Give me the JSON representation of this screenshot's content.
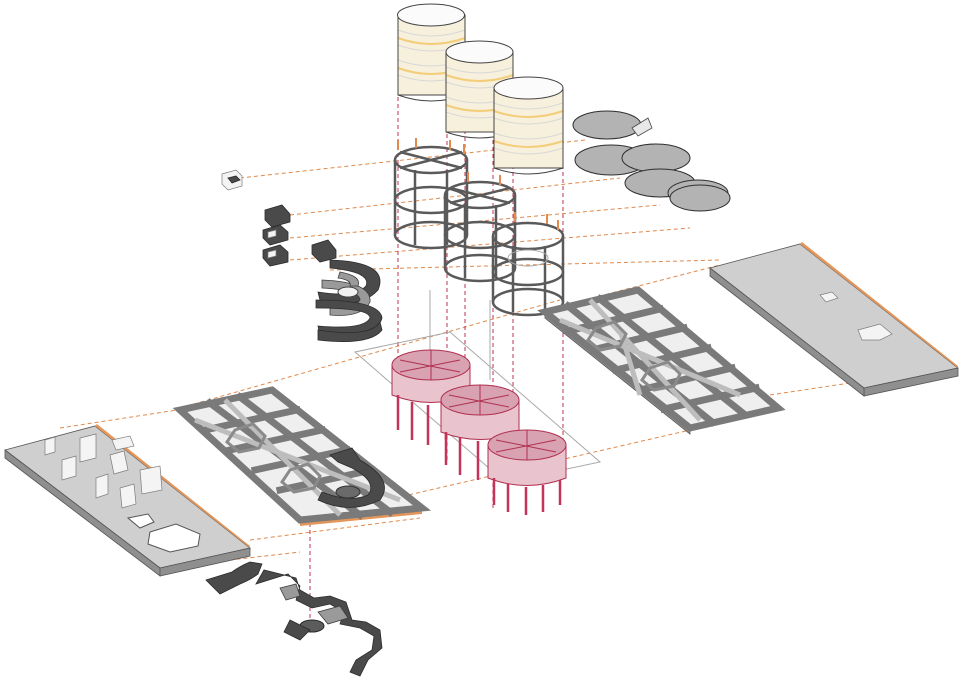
{
  "diagram": {
    "type": "exploded axonometric",
    "colors": {
      "guide_orange": "#e0894a",
      "guide_red": "#c0334d",
      "glass_band": "#f2c96d",
      "structure_gray": "#7a7a7a",
      "column_red": "#c4345a",
      "slab_edge": "#e4965a"
    },
    "components": [
      "glass-cylinders",
      "roof-disks",
      "cylinder-timber-frames",
      "spiral-stair",
      "stair-fragments",
      "upper-roof-slab",
      "upper-grid-frame",
      "red-cylinder-structures",
      "lower-grid-frame",
      "ground-floor-slab",
      "dark-ground-path"
    ]
  }
}
